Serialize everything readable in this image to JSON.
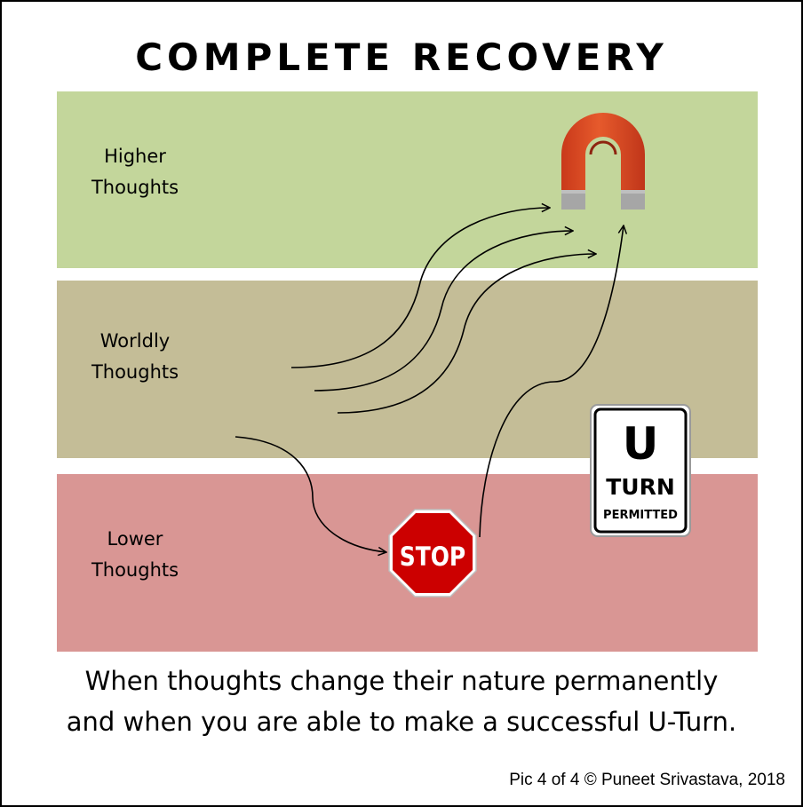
{
  "title": "COMPLETE RECOVERY",
  "bands": {
    "higher": {
      "line1": "Higher",
      "line2": "Thoughts",
      "color": "#c3d69b"
    },
    "worldly": {
      "line1": "Worldly",
      "line2": "Thoughts",
      "color": "#c4bd97"
    },
    "lower": {
      "line1": "Lower",
      "line2": "Thoughts",
      "color": "#d99694"
    }
  },
  "icons": {
    "magnet": "magnet-icon",
    "stop_sign": "stop-sign-icon",
    "u_turn_sign": "u-turn-permitted-sign-icon"
  },
  "stop_sign_text": "STOP",
  "u_turn_sign": {
    "line1": "U",
    "line2": "TURN",
    "line3": "PERMITTED"
  },
  "colors": {
    "magnet": "#d9461e",
    "stop": "#cc0000"
  },
  "caption": {
    "line1": "When thoughts change their nature permanently",
    "line2": "and when you are able to make a successful U-Turn."
  },
  "credit": "Pic 4 of 4 © Puneet Srivastava, 2018"
}
